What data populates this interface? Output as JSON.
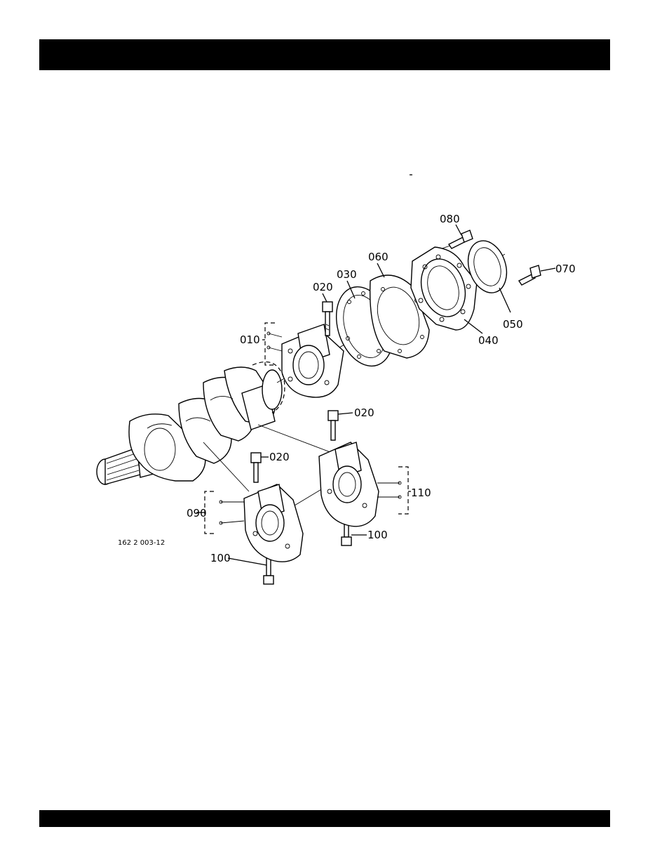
{
  "header": {
    "bar_color": "#000000"
  },
  "footer": {
    "bar_color": "#000000"
  },
  "diagram": {
    "reference_code": "162 2 003-12",
    "callouts": {
      "c010": "010",
      "c020a": "020",
      "c020b": "020",
      "c020c": "020",
      "c030": "030",
      "c040": "040",
      "c050": "050",
      "c060": "060",
      "c070": "070",
      "c080": "080",
      "c090": "090",
      "c100a": "100",
      "c100b": "100",
      "c110": "110"
    }
  }
}
